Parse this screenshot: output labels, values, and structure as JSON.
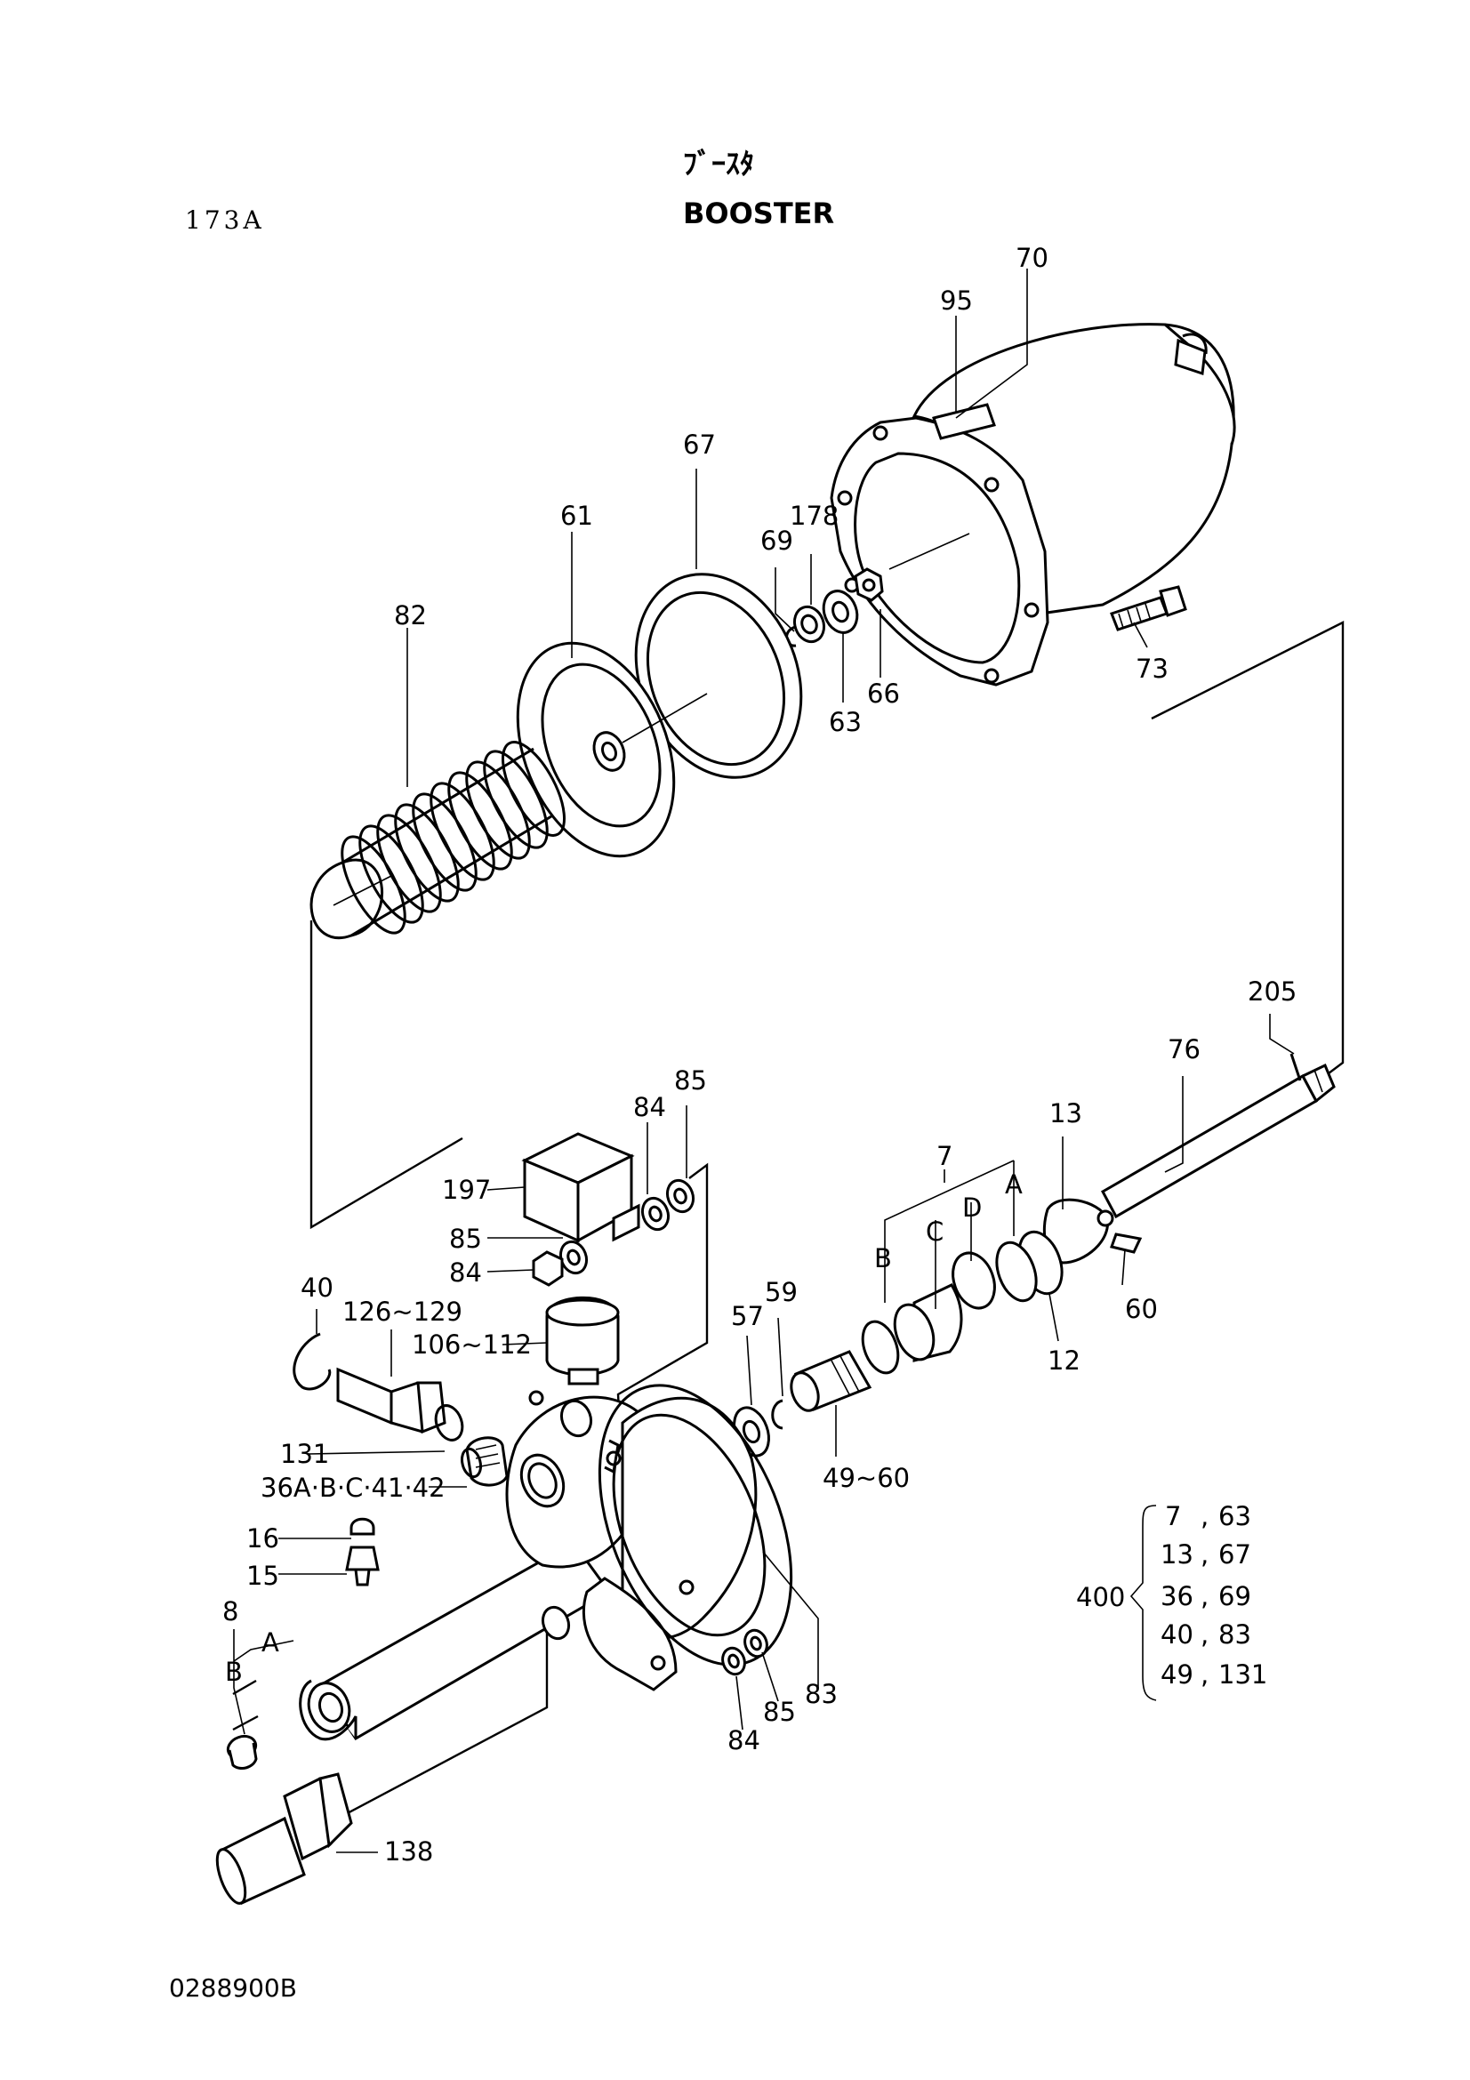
{
  "header": {
    "page_code": "173A",
    "title_jp": "ﾌﾞｰｽﾀ",
    "title_en": "BOOSTER"
  },
  "labels": {
    "p70": "70",
    "p95": "95",
    "p67": "67",
    "p61": "61",
    "p82": "82",
    "p178": "178",
    "p69": "69",
    "p63": "63",
    "p66": "66",
    "p73": "73",
    "p205": "205",
    "p76": "76",
    "p13": "13",
    "p7": "7",
    "pA": "A",
    "pB": "B",
    "pC": "C",
    "pD": "D",
    "p60": "60",
    "p12": "12",
    "p84a": "84",
    "p85a": "85",
    "p197": "197",
    "p85b": "85",
    "p84b": "84",
    "p40": "40",
    "p126": "126~129",
    "p106": "106~112",
    "p59": "59",
    "p57": "57",
    "p49": "49~60",
    "p131": "131",
    "p36": "36A·B·C·41·42",
    "p16": "16",
    "p15": "15",
    "p8": "8",
    "p8A": "A",
    "p8B": "B",
    "p83": "83",
    "p85c": "85",
    "p84c": "84",
    "p138": "138"
  },
  "kit_table": {
    "kit_no": "400",
    "rows": [
      {
        "a": "7",
        "b": "63"
      },
      {
        "a": "13",
        "b": "67"
      },
      {
        "a": "36",
        "b": "69"
      },
      {
        "a": "40",
        "b": "83"
      },
      {
        "a": "49",
        "b": "131"
      }
    ]
  },
  "footer": {
    "drawing_number": "0288900B"
  }
}
